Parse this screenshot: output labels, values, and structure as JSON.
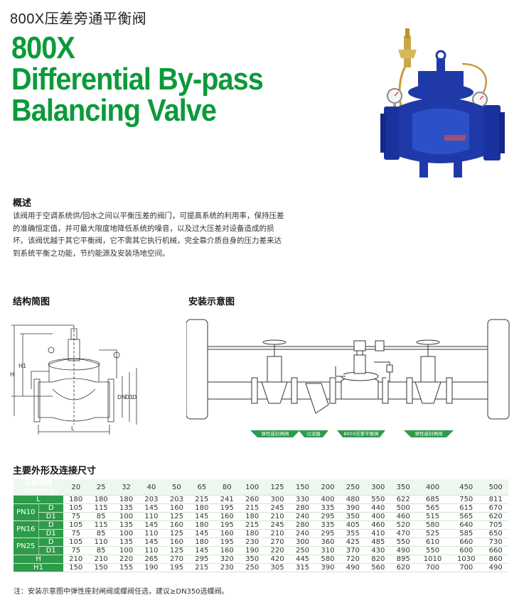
{
  "title_cn": "800X压差旁通平衡阀",
  "title_en": [
    "800X",
    "Differential By-pass",
    "Balancing Valve"
  ],
  "overview": {
    "heading": "概述",
    "text": "该阀用于空调系统供/回水之间以平衡压差的阀门，可提高系统的利用率，保持压差的准确恒定值，并可最大限度地降低系统的噪音，以及过大压差对设备造成的损坏。该阀优越于其它平衡阀，它不需其它执行机械，完全靠介质自身的压力差来达到系统平衡之功能，节约能源及安装场地空间。"
  },
  "structure": {
    "heading": "结构简图",
    "labels": {
      "H": "H",
      "H1": "H1",
      "L": "L",
      "D1": "D1",
      "D": "D",
      "DN": "DN"
    }
  },
  "install": {
    "heading": "安装示意图",
    "tags": [
      "弹性座封闸阀",
      "过滤器",
      "800X压差平衡阀",
      "弹性座封闸阀"
    ]
  },
  "dims": {
    "heading": "主要外形及连接尺寸",
    "header_label": "公称通径",
    "header_unit": "DN(mm)",
    "dn": [
      "20",
      "25",
      "32",
      "40",
      "50",
      "65",
      "80",
      "100",
      "125",
      "150",
      "200",
      "250",
      "300",
      "350",
      "400",
      "450",
      "500"
    ],
    "rows": [
      {
        "group": "",
        "label": "L",
        "values": [
          "180",
          "180",
          "180",
          "203",
          "203",
          "215",
          "241",
          "260",
          "300",
          "330",
          "400",
          "480",
          "550",
          "622",
          "685",
          "750",
          "811"
        ]
      },
      {
        "group": "PN10",
        "label": "D",
        "values": [
          "105",
          "115",
          "135",
          "145",
          "160",
          "180",
          "195",
          "215",
          "245",
          "280",
          "335",
          "390",
          "440",
          "500",
          "565",
          "615",
          "670"
        ]
      },
      {
        "group": "PN10",
        "label": "D1",
        "values": [
          "75",
          "85",
          "100",
          "110",
          "125",
          "145",
          "160",
          "180",
          "210",
          "240",
          "295",
          "350",
          "400",
          "460",
          "515",
          "565",
          "620"
        ]
      },
      {
        "group": "PN16",
        "label": "D",
        "values": [
          "105",
          "115",
          "135",
          "145",
          "160",
          "180",
          "195",
          "215",
          "245",
          "280",
          "335",
          "405",
          "460",
          "520",
          "580",
          "640",
          "705"
        ]
      },
      {
        "group": "PN16",
        "label": "D1",
        "values": [
          "75",
          "85",
          "100",
          "110",
          "125",
          "145",
          "160",
          "180",
          "210",
          "240",
          "295",
          "355",
          "410",
          "470",
          "525",
          "585",
          "650"
        ]
      },
      {
        "group": "PN25",
        "label": "D",
        "values": [
          "105",
          "110",
          "135",
          "145",
          "160",
          "180",
          "195",
          "230",
          "270",
          "300",
          "360",
          "425",
          "485",
          "550",
          "610",
          "660",
          "730"
        ]
      },
      {
        "group": "PN25",
        "label": "D1",
        "values": [
          "75",
          "85",
          "100",
          "110",
          "125",
          "145",
          "160",
          "190",
          "220",
          "250",
          "310",
          "370",
          "430",
          "490",
          "550",
          "600",
          "660"
        ]
      },
      {
        "group": "",
        "label": "H",
        "values": [
          "210",
          "210",
          "220",
          "265",
          "270",
          "295",
          "320",
          "350",
          "420",
          "445",
          "580",
          "720",
          "820",
          "895",
          "1010",
          "1030",
          "860"
        ]
      },
      {
        "group": "",
        "label": "H1",
        "values": [
          "150",
          "150",
          "155",
          "190",
          "195",
          "215",
          "230",
          "250",
          "305",
          "315",
          "390",
          "490",
          "560",
          "620",
          "700",
          "700",
          "490"
        ]
      }
    ]
  },
  "note": "注：安装示意图中弹性座封闸阀或蝶阀任选，建议≥DN350选蝶阀。",
  "colors": {
    "brand_green": "#0b9a3a",
    "header_green": "#2e9b4a",
    "valve_blue": "#1f3aa8"
  }
}
